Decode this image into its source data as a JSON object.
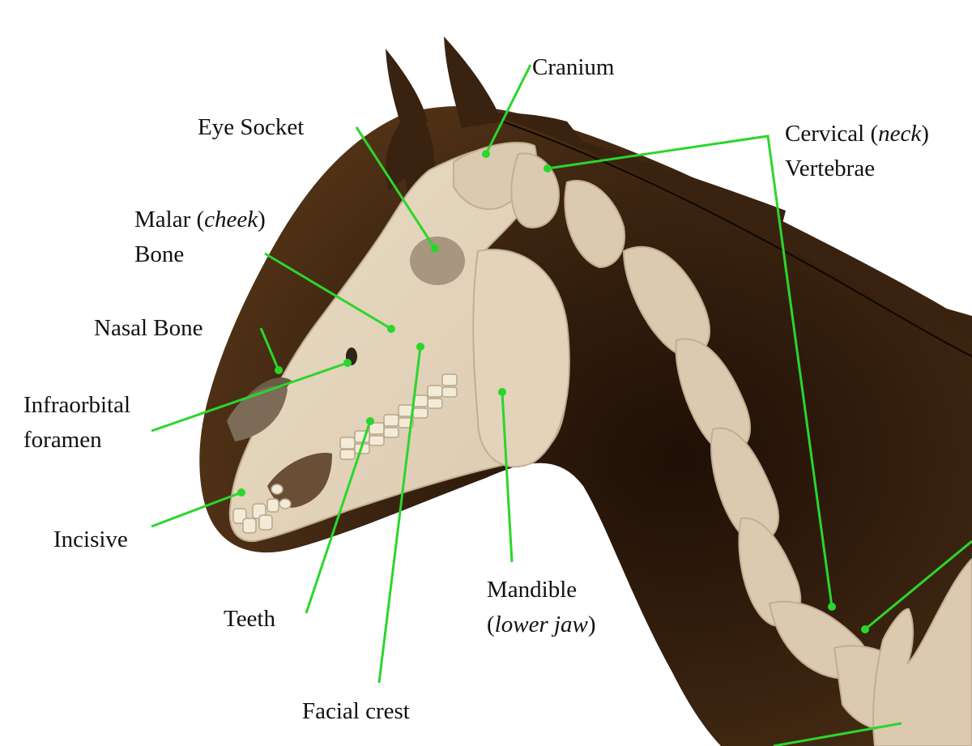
{
  "diagram": {
    "colors": {
      "hide_dark": "#1e0f06",
      "hide_mid": "#3b2410",
      "hide_light": "#5a3818",
      "mane": "#3a2210",
      "bone": "#dccab0",
      "bone_light": "#e8dbc4",
      "bone_shadow": "#b9a68a",
      "socket": "#a79680",
      "teeth": "#f3ead7",
      "leader_line": "#2bd62b",
      "text": "#111111"
    },
    "labels": {
      "cranium": "Cranium",
      "eye_socket": "Eye Socket",
      "cervical": {
        "part1": "Cervical (",
        "italic": "neck",
        "part2": ")",
        "line2": "Vertebrae"
      },
      "malar": {
        "part1": "Malar (",
        "italic": "cheek",
        "part2": ")",
        "line2": "Bone"
      },
      "nasal_bone": "Nasal Bone",
      "infraorbital": {
        "line1": "Infraorbital",
        "line2": "foramen"
      },
      "incisive": "Incisive",
      "teeth": "Teeth",
      "mandible": {
        "line1": "Mandible",
        "part1": "(",
        "italic": "lower jaw",
        "part2": ")"
      },
      "facial_crest": "Facial crest"
    }
  }
}
